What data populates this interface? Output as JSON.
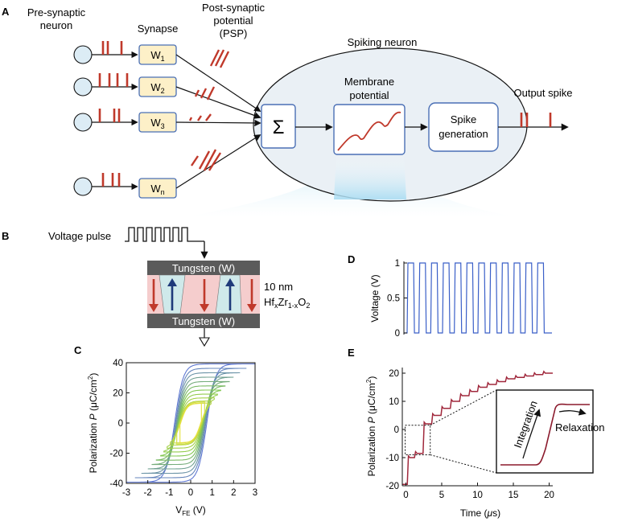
{
  "panels": {
    "a": {
      "letter": "A",
      "presyn_line1": "Pre-synaptic",
      "presyn_line2": "neuron",
      "synapse": "Synapse",
      "psp_line1": "Post-synaptic",
      "psp_line2": "potential",
      "psp_line3": "(PSP)",
      "spiking_neuron": "Spiking neuron",
      "weights": [
        {
          "base": "W",
          "sub": "1"
        },
        {
          "base": "W",
          "sub": "2"
        },
        {
          "base": "W",
          "sub": "3"
        },
        {
          "base": "W",
          "sub": "n"
        }
      ],
      "sum_symbol": "Σ",
      "membrane_line1": "Membrane",
      "membrane_line2": "potential",
      "spike_gen_line1": "Spike",
      "spike_gen_line2": "generation",
      "output_spike": "Output spike",
      "colors": {
        "spike": "#c0392b",
        "box_fill": "#fdf0c8",
        "box_stroke": "#4a6fb5",
        "ellipse_fill": "#eaf0f5"
      }
    },
    "b": {
      "letter": "B",
      "voltage_pulse": "Voltage pulse",
      "tungsten_top": "Tungsten (W)",
      "tungsten_bottom": "Tungsten (W)",
      "thickness": "10 nm",
      "material": {
        "hf": "Hf",
        "x1": "x",
        "zr": "Zr",
        "sub2": "1-x",
        "o": "O",
        "sub3": "2"
      },
      "colors": {
        "electrode": "#5b5b5b",
        "domain_down": "#f5cdcd",
        "domain_up": "#cfe9ea",
        "arrow_down": "#c0392b",
        "arrow_up": "#1f3a7a"
      }
    },
    "c": {
      "letter": "C",
      "ylabel_text": "Polarization ",
      "ylabel_var": "P",
      "ylabel_unit_open": " (μC/cm",
      "ylabel_unit_sup": "2",
      "ylabel_unit_close": ")",
      "xlabel_base": "V",
      "xlabel_sub": "FE",
      "xlabel_unit": " (V)",
      "x_ticks": [
        "-3",
        "-2",
        "-1",
        "0",
        "1",
        "2",
        "3"
      ],
      "y_ticks": [
        "40",
        "20",
        "0",
        "-20",
        "-40"
      ]
    },
    "d": {
      "letter": "D",
      "ylabel": "Voltage (V)",
      "y_ticks": [
        "1",
        "0.5",
        "0"
      ]
    },
    "e": {
      "letter": "E",
      "ylabel_text": "Polarization ",
      "ylabel_var": "P",
      "ylabel_unit_open": " (μC/cm",
      "ylabel_unit_sup": "2",
      "ylabel_unit_close": ")",
      "xlabel_text": "Time (",
      "xlabel_var": "μ",
      "xlabel_unit": "s)",
      "x_ticks": [
        "0",
        "5",
        "10",
        "15",
        "20"
      ],
      "y_ticks": [
        "20",
        "10",
        "0",
        "-10",
        "-20"
      ],
      "inset_integration": "Integration",
      "inset_relaxation": "Relaxation"
    }
  },
  "chart_data": [
    {
      "type": "line",
      "panel": "C",
      "description_series": "nested ferroelectric hysteresis loops",
      "xlim": [
        -3,
        3
      ],
      "ylim": [
        -40,
        40
      ],
      "loops": [
        {
          "vmax": 3.0,
          "ps": 40
        },
        {
          "vmax": 2.6,
          "ps": 37
        },
        {
          "vmax": 2.3,
          "ps": 34
        },
        {
          "vmax": 2.0,
          "ps": 31
        },
        {
          "vmax": 1.8,
          "ps": 28
        },
        {
          "vmax": 1.6,
          "ps": 25
        },
        {
          "vmax": 1.4,
          "ps": 22
        },
        {
          "vmax": 1.25,
          "ps": 19
        },
        {
          "vmax": 1.1,
          "ps": 16
        },
        {
          "vmax": 0.95,
          "ps": 13
        },
        {
          "vmax": 0.8,
          "ps": 10
        },
        {
          "vmax": 0.65,
          "ps": 7
        },
        {
          "vmax": 0.5,
          "ps": 4
        }
      ],
      "coercive_v": 0.75
    },
    {
      "type": "line",
      "panel": "D",
      "ylim": [
        0,
        1
      ],
      "pulse_count": 12,
      "amplitude": 1
    },
    {
      "type": "line",
      "panel": "E",
      "xlim": [
        -0.5,
        20.5
      ],
      "ylim": [
        -20,
        22
      ],
      "steps": [
        -19.5,
        -10,
        -8.5,
        2,
        5,
        7.5,
        10,
        12,
        13.5,
        15,
        16,
        17,
        18,
        18.5,
        19,
        19.5,
        20
      ],
      "step_times": [
        -0.3,
        0.2,
        1.2,
        2.4,
        3.6,
        4.9,
        6.2,
        7.5,
        8.8,
        10.0,
        11.3,
        12.6,
        13.9,
        15.2,
        16.5,
        17.8,
        19.1
      ]
    }
  ]
}
